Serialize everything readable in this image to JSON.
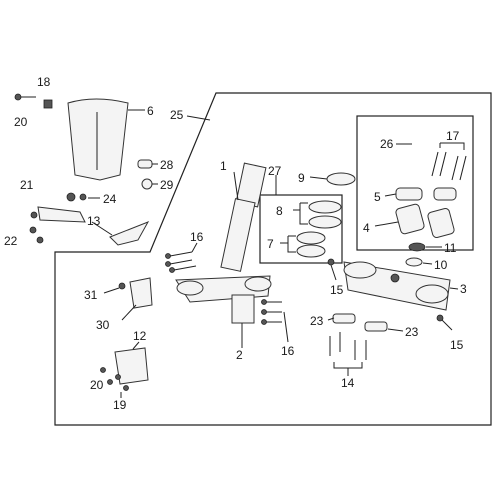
{
  "labels": {
    "l1": "1",
    "l2": "2",
    "l3": "3",
    "l4": "4",
    "l5": "5",
    "l6": "6",
    "l7": "7",
    "l8": "8",
    "l9": "9",
    "l10": "10",
    "l11": "11",
    "l12": "12",
    "l13": "13",
    "l14": "14",
    "l15a": "15",
    "l15b": "15",
    "l16a": "16",
    "l16b": "16",
    "l17": "17",
    "l18": "18",
    "l19": "19",
    "l20a": "20",
    "l20b": "20",
    "l21": "21",
    "l22": "22",
    "l23a": "23",
    "l23b": "23",
    "l24": "24",
    "l25": "25",
    "l26": "26",
    "l27": "27",
    "l28": "28",
    "l29": "29",
    "l30": "30",
    "l31": "31"
  }
}
